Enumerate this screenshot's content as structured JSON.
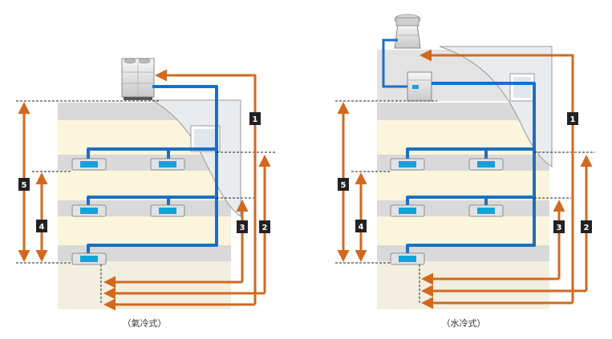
{
  "captions": {
    "left": "（氣冷式）",
    "right": "（水冷式）"
  },
  "markers": {
    "m1": "1",
    "m2": "2",
    "m3": "3",
    "m4": "4",
    "m5": "5"
  },
  "colors": {
    "arrow": "#d2691e",
    "pipe": "#1a6fc4",
    "floor_band": "#fbf5dd",
    "slab": "#d9d9d9",
    "unit_blue": "#1aa0d8",
    "badge": "#222222"
  },
  "icons": {
    "outdoor_unit": "outdoor-condensing-unit-icon",
    "cooling_tower": "cooling-tower-icon",
    "water_unit": "water-cooled-unit-icon",
    "indoor_unit": "ceiling-cassette-unit-icon"
  }
}
